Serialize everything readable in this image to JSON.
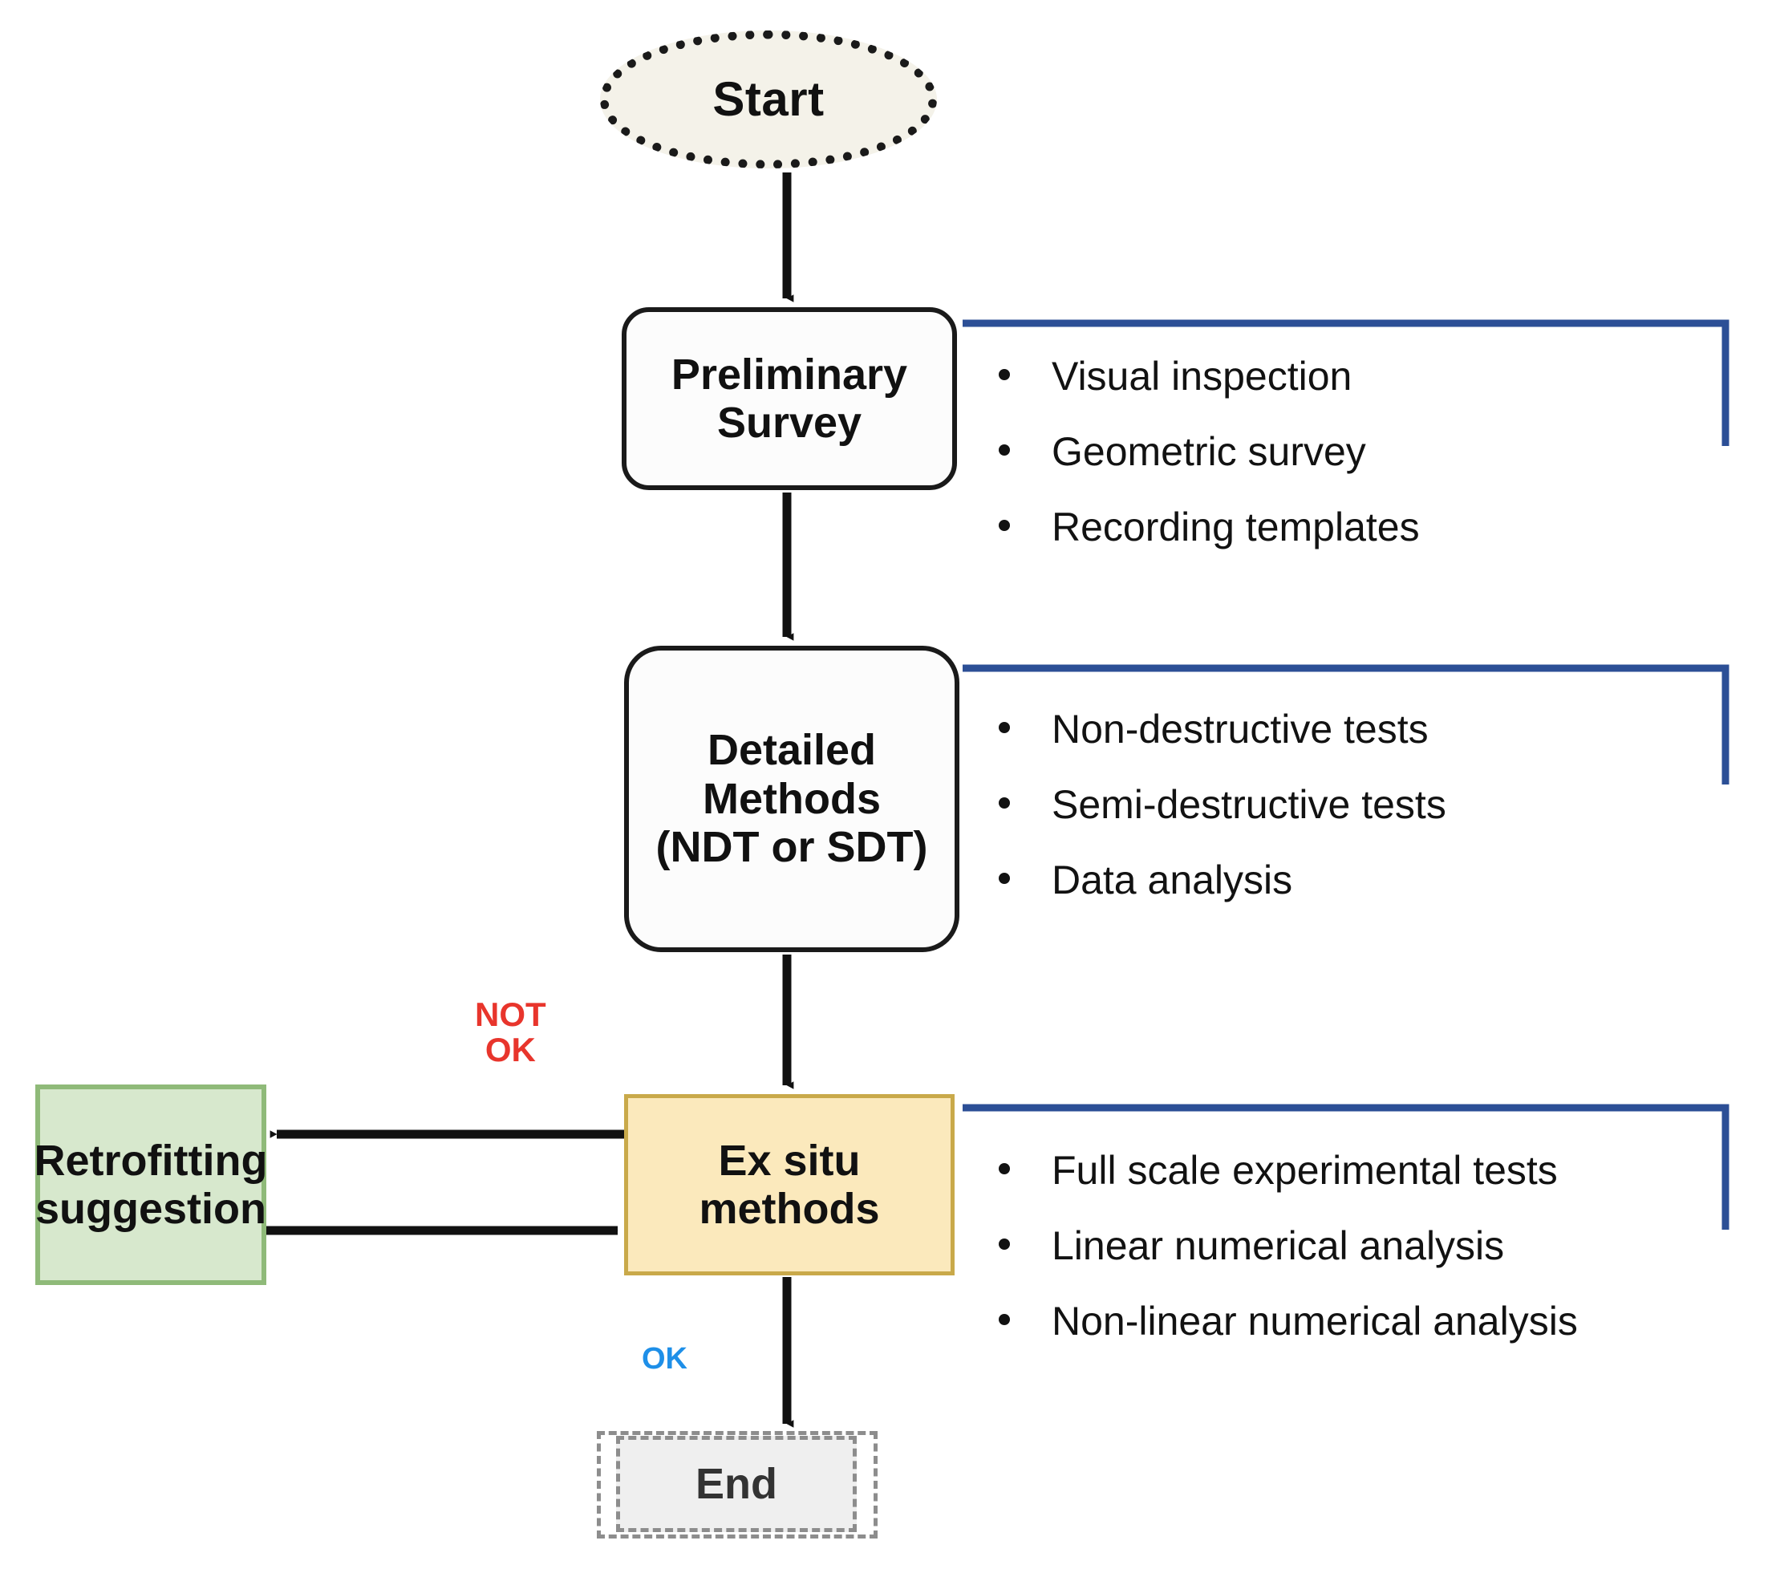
{
  "diagram": {
    "title": "Structural assessment methodology flowchart",
    "colors": {
      "start_fill": "#f4f2e9",
      "start_border": "#1a1a1a",
      "process_fill": "#fcfcfc",
      "process_border": "#1a1a1a",
      "exsitu_fill": "#fbe9bc",
      "exsitu_border": "#c9a94a",
      "retrofit_fill": "#d7e8cd",
      "retrofit_border": "#8fba79",
      "end_fill": "#efefef",
      "end_border": "#8d8d8d",
      "bracket_blue": "#2c4f96",
      "label_not_ok": "#e8352c",
      "label_ok": "#1e8fe8",
      "arrow": "#111111"
    }
  },
  "nodes": {
    "start": {
      "label": "Start"
    },
    "preliminary_survey": {
      "line1": "Preliminary",
      "line2": "Survey"
    },
    "detailed_methods": {
      "line1": "Detailed",
      "line2": "Methods",
      "line3": "(NDT or SDT)"
    },
    "ex_situ_methods": {
      "line1": "Ex situ",
      "line2": "methods"
    },
    "retrofitting_suggestion": {
      "line1": "Retrofitting",
      "line2": "suggestion"
    },
    "end": {
      "label": "End"
    }
  },
  "bullet_groups": {
    "preliminary_survey": [
      "Visual inspection",
      "Geometric survey",
      "Recording templates"
    ],
    "detailed_methods": [
      "Non-destructive tests",
      "Semi-destructive tests",
      "Data analysis"
    ],
    "ex_situ_methods": [
      "Full scale experimental tests",
      "Linear numerical analysis",
      "Non-linear numerical analysis"
    ]
  },
  "edge_labels": {
    "not_ok_line1": "NOT",
    "not_ok_line2": "OK",
    "ok": "OK"
  }
}
